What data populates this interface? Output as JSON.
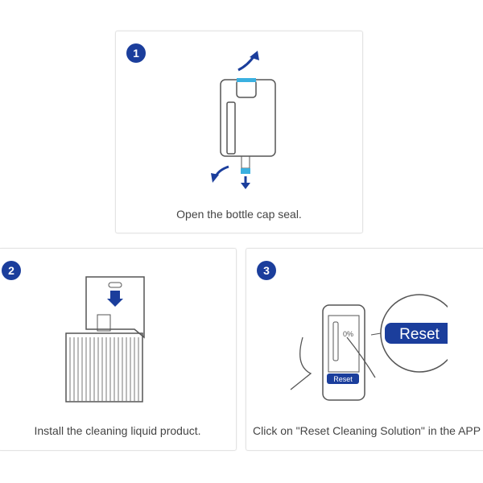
{
  "steps": [
    {
      "number": "1",
      "caption": "Open the bottle cap seal."
    },
    {
      "number": "2",
      "caption": "Install the cleaning liquid product."
    },
    {
      "number": "3",
      "caption": "Click on \"Reset Cleaning Solution\" in the APP",
      "phone_level": "0%",
      "phone_button": "Reset",
      "zoom_button": "Reset"
    }
  ],
  "colors": {
    "accent": "#1b3e9c",
    "highlight": "#3ab0e0"
  }
}
